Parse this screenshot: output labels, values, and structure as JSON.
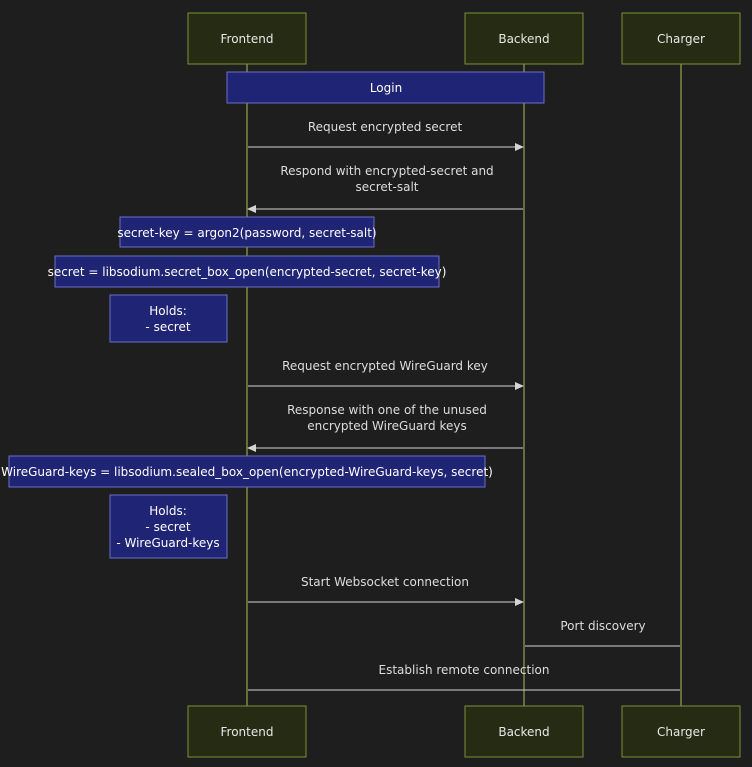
{
  "actors": {
    "frontend": "Frontend",
    "backend": "Backend",
    "charger": "Charger"
  },
  "notes": {
    "login": "Login",
    "secret_key": "secret-key = argon2(password, secret-salt)",
    "secret_open": "secret = libsodium.secret_box_open(encrypted-secret, secret-key)",
    "holds1_line1": "Holds:",
    "holds1_line2": "- secret",
    "wg_open": "WireGuard-keys = libsodium.sealed_box_open(encrypted-WireGuard-keys, secret)",
    "holds2_line1": "Holds:",
    "holds2_line2": "- secret",
    "holds2_line3": "- WireGuard-keys"
  },
  "messages": {
    "req_secret": "Request encrypted secret",
    "resp_secret_line1": "Respond with encrypted-secret and",
    "resp_secret_line2": "secret-salt",
    "req_wg": "Request encrypted WireGuard key",
    "resp_wg_line1": "Response with one of the unused",
    "resp_wg_line2": "encrypted WireGuard keys",
    "websocket": "Start Websocket connection",
    "port_discovery": "Port discovery",
    "remote_conn": "Establish remote connection"
  },
  "colors": {
    "background": "#1e1e1e",
    "actor_fill": "#262c13",
    "actor_border": "#7f8f3a",
    "lifeline": "#8c9a45",
    "note_fill": "#1f2474",
    "note_border": "#6a70c8",
    "message_line": "#d4d4d4"
  }
}
